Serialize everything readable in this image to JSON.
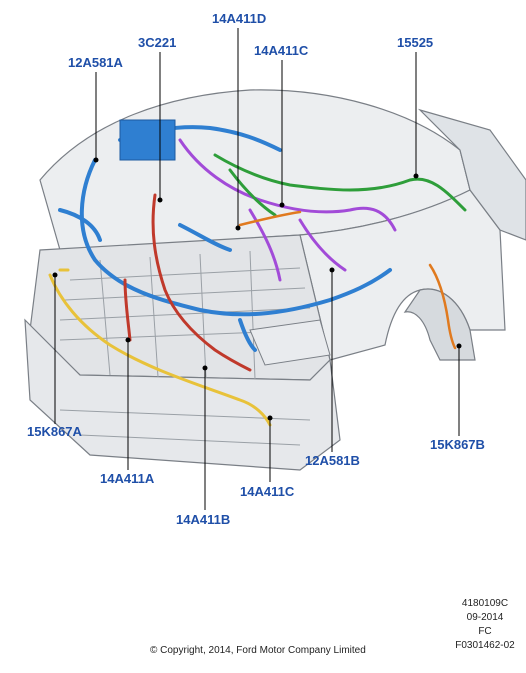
{
  "callouts": {
    "c_12a581a": "12A581A",
    "c_3c221": "3C221",
    "c_14a411d": "14A411D",
    "c_14a411c_top": "14A411C",
    "c_15525": "15525",
    "c_15k867a": "15K867A",
    "c_14a411a": "14A411A",
    "c_14a411b": "14A411B",
    "c_14a411c_bottom": "14A411C",
    "c_12a581b": "12A581B",
    "c_15k867b": "15K867B"
  },
  "footer": {
    "doc_id": "4180109C",
    "date": "09-2014",
    "code": "FC",
    "ref": "F0301462-02",
    "copyright": "© Copyright, 2014, Ford Motor Company Limited"
  },
  "colors": {
    "callout_text": "#1f4fa8",
    "harness_blue": "#2f7fd1",
    "harness_purple": "#a24bd8",
    "harness_green": "#2e9e3a",
    "harness_yellow": "#e8c23a",
    "harness_red": "#c0392b",
    "harness_orange": "#e07a1f",
    "body_outline": "#7a7f86"
  }
}
